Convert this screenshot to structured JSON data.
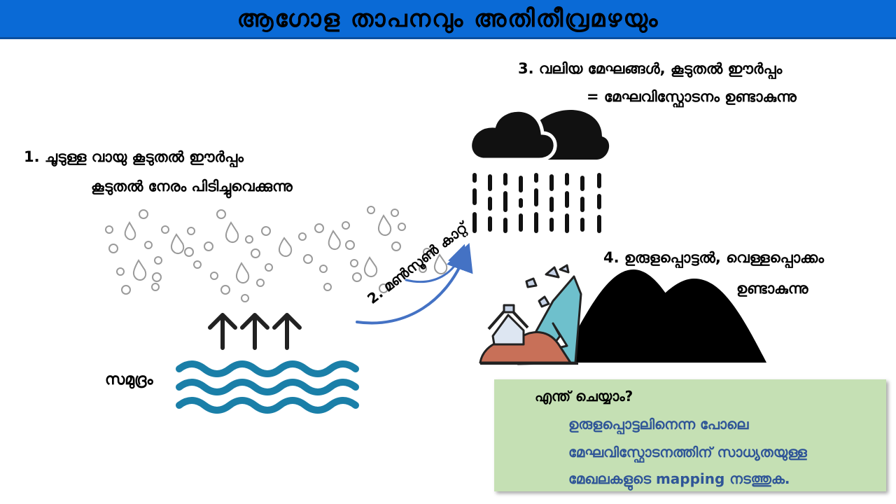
{
  "title": "ആഗോള താപനവും അതിതീവ്രമഴയും",
  "step1": {
    "line1": "1. ചൂടുള്ള വായു കൂടുതൽ ഈർപ്പം",
    "line2": "കൂടുതൽ നേരം പിടിച്ചുവെക്കുന്നു"
  },
  "step2": {
    "label": "2. മൺസൂൺ കാറ്റ്"
  },
  "step3": {
    "line1": "3. വലിയ മേഘങ്ങൾ, കൂടുതൽ ഈർപ്പം",
    "line2": "= മേഘവിസ്ഫോടനം ഉണ്ടാകുന്നു"
  },
  "step4": {
    "line1": "4. ഉരുളപ്പൊട്ടൽ, വെള്ളപ്പൊക്കം",
    "line2": "ഉണ്ടാകുന്നു"
  },
  "ocean": {
    "label": "സമുദ്രം"
  },
  "action": {
    "heading": "എന്ത് ചെയ്യാം?",
    "line1": "ഉരുളപ്പൊട്ടലിനെന്ന പോലെ",
    "line2": "മേഘവിസ്ഫോടനത്തിന് സാധ്യതയുള്ള",
    "line3": "മേഖലകളുടെ mapping നടത്തുക."
  },
  "colors": {
    "title_bar": "#0a6ad6",
    "water": "#1a7fa8",
    "wind_arrow": "#4472c4",
    "action_box": "#c5e0b4",
    "action_text": "#2f5597"
  },
  "icons": [
    "water-droplets-icon",
    "up-arrows-icon",
    "ocean-waves-icon",
    "monsoon-wind-arrows-icon",
    "rain-cloud-icon",
    "landslide-icon",
    "hills-icon"
  ]
}
